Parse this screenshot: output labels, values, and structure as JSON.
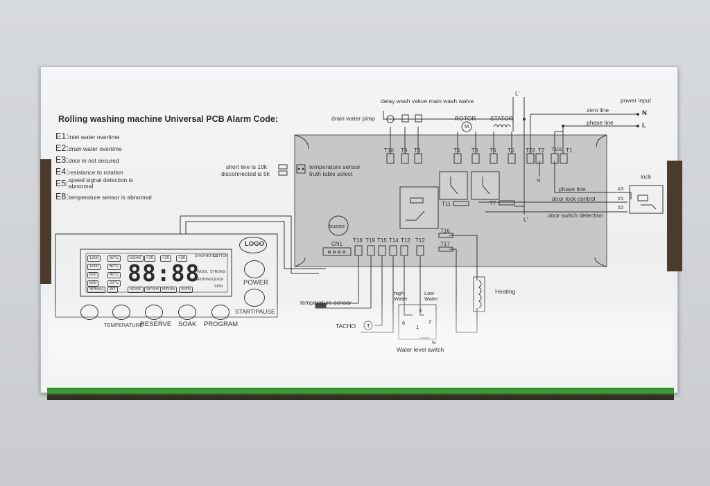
{
  "title": "Rolling washing machine Universal PCB Alarm Code:",
  "alarm_codes": [
    {
      "code": "E1",
      "desc": "inlet water overtime"
    },
    {
      "code": "E2",
      "desc": "drain water overtime"
    },
    {
      "code": "E3",
      "desc": "door in not secured"
    },
    {
      "code": "E4",
      "desc": "resistance to rotation"
    },
    {
      "code": "E5",
      "desc": "speed signal detection is abnormal"
    },
    {
      "code": "E8",
      "desc": "temperature sensor is abnormal"
    }
  ],
  "top_labels": {
    "delay_wash": "delay wash vakve main wash walve",
    "drain": "drain water pimp",
    "rotor": "ROTOR",
    "stator": "STATOR",
    "l_prime": "L'",
    "l_prime2": "L'",
    "power_input": "power input",
    "zero_line": "zero line",
    "phase_line_top": "phase line",
    "N": "N",
    "L": "L",
    "N_small": "N",
    "motor_m": "M"
  },
  "sensor_note": {
    "short": "short line is 10k",
    "disconnected": "disconnected is 5k",
    "temp_select": "temperature sensor",
    "truth_table": "truth table select"
  },
  "terminals_top": [
    "T10",
    "T9",
    "T8",
    "T4",
    "T3",
    "T6",
    "T5",
    "T22",
    "T2",
    "T101",
    "T1"
  ],
  "terminals_bottom": [
    "T18",
    "T19",
    "T15",
    "T14",
    "T12",
    "T12"
  ],
  "terminals_misc": {
    "t11": "T11",
    "t7": "T7",
    "t16": "T16",
    "t17": "T17",
    "cn1": "CN1"
  },
  "board": {
    "buzzer": "buzzer"
  },
  "lock_section": {
    "lock": "lock",
    "phase_line": "phase line",
    "door_lock": "door lock control",
    "door_switch": "door switch detection",
    "pin3": "#3",
    "pin1": "#1",
    "pin2": "#2"
  },
  "bottom_labels": {
    "temp_sensor": "temperature sensor",
    "tacho": "TACHO",
    "tacho_t": "T",
    "high_water": "high Water",
    "low_water": "Low Water",
    "water_level": "Water level switch",
    "heating": "Heating",
    "n_bottom": "N",
    "sw_3": "3",
    "sw_6": "6",
    "sw_1": "1",
    "sw_2": "2"
  },
  "control_panel": {
    "logo": "LOGO",
    "lcd_digits": "88:88",
    "chips_row1": [
      "1200",
      "90°C",
      "SOAK",
      "+10",
      "+20",
      "+30"
    ],
    "chips_col1": [
      "1000",
      "800",
      "600"
    ],
    "chips_col2": [
      "60°C",
      "40°C",
      "20°C"
    ],
    "chips_bottom": [
      "SPEED",
      "WT",
      "SOAK",
      "WASH",
      "RINSE",
      "SPIN"
    ],
    "side_labels": [
      "SYNTHETICS",
      "COTTON",
      "WOOL",
      "STRONG",
      "BEDDING",
      "QUICK",
      "SPIN"
    ],
    "power": "POWER",
    "start_pause": "START/PAUSE",
    "btn_labels": [
      "TEMPERATURE",
      "RESERVE",
      "SOAK",
      "PROGRAM"
    ]
  }
}
